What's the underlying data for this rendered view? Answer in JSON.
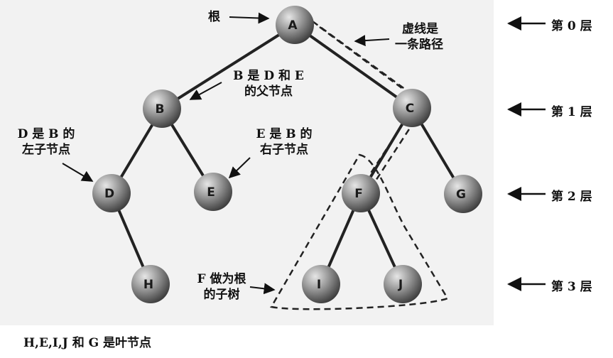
{
  "nodes": [
    {
      "id": "A",
      "label": "A"
    },
    {
      "id": "B",
      "label": "B"
    },
    {
      "id": "C",
      "label": "C"
    },
    {
      "id": "D",
      "label": "D"
    },
    {
      "id": "E",
      "label": "E"
    },
    {
      "id": "F",
      "label": "F"
    },
    {
      "id": "G",
      "label": "G"
    },
    {
      "id": "H",
      "label": "H"
    },
    {
      "id": "I",
      "label": "I"
    },
    {
      "id": "J",
      "label": "J"
    }
  ],
  "edges": [
    [
      "A",
      "B"
    ],
    [
      "A",
      "C"
    ],
    [
      "B",
      "D"
    ],
    [
      "B",
      "E"
    ],
    [
      "C",
      "F"
    ],
    [
      "C",
      "G"
    ],
    [
      "D",
      "H"
    ],
    [
      "F",
      "I"
    ],
    [
      "F",
      "J"
    ]
  ],
  "annotations": {
    "root": "根",
    "dashed_path_line1": "虚线是",
    "dashed_path_line2": "一条路径",
    "b_parent_line1": "B 是 D 和 E",
    "b_parent_line2": "的父节点",
    "d_left_line1": "D 是 B 的",
    "d_left_line2": "左子节点",
    "e_right_line1": "E 是 B 的",
    "e_right_line2": "右子节点",
    "subtree_line1": "F 做为根",
    "subtree_line2": "的子树"
  },
  "levels": [
    "第 0 层",
    "第 1 层",
    "第 2 层",
    "第 3 层"
  ],
  "footer": "H,E,I,J 和 G 是叶节点",
  "colors": {
    "node": "#8a8a8a",
    "node_highlight": "#d9d9d9",
    "edge": "#222222",
    "panel": "#f2f2f2"
  }
}
